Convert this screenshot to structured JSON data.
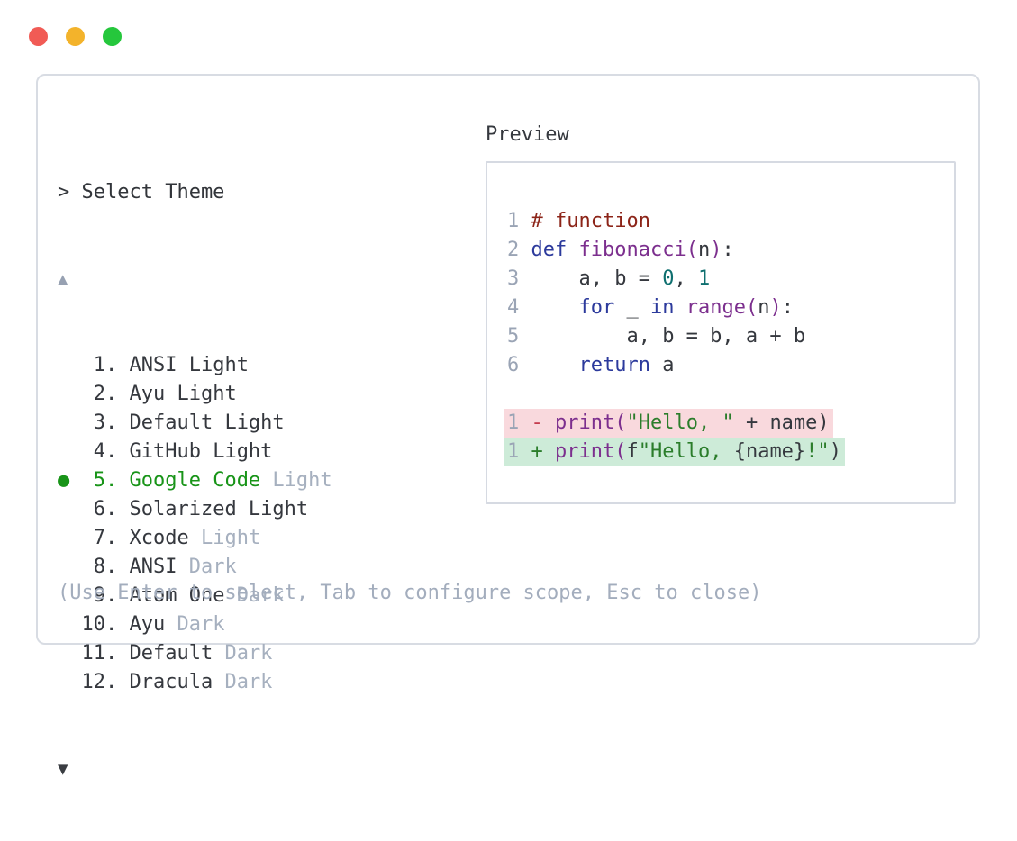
{
  "window": {
    "traffic_lights": [
      {
        "name": "close",
        "color": "#f15b55"
      },
      {
        "name": "minimize",
        "color": "#f3b32b"
      },
      {
        "name": "zoom",
        "color": "#25c73c"
      }
    ]
  },
  "theme_picker": {
    "prompt": "> Select Theme",
    "scroll_up_indicator": "▲",
    "scroll_down_indicator": "▼",
    "selected_marker": "●",
    "items": [
      {
        "number": "1",
        "name": "ANSI Light",
        "variant": "",
        "selected": false
      },
      {
        "number": "2",
        "name": "Ayu Light",
        "variant": "",
        "selected": false
      },
      {
        "number": "3",
        "name": "Default Light",
        "variant": "",
        "selected": false
      },
      {
        "number": "4",
        "name": "GitHub Light",
        "variant": "",
        "selected": false
      },
      {
        "number": "5",
        "name": "Google Code",
        "variant": "Light",
        "selected": true
      },
      {
        "number": "6",
        "name": "Solarized Light",
        "variant": "",
        "selected": false
      },
      {
        "number": "7",
        "name": "Xcode",
        "variant": "Light",
        "selected": false
      },
      {
        "number": "8",
        "name": "ANSI",
        "variant": "Dark",
        "selected": false
      },
      {
        "number": "9",
        "name": "Atom One",
        "variant": "Dark",
        "selected": false
      },
      {
        "number": "10",
        "name": "Ayu",
        "variant": "Dark",
        "selected": false
      },
      {
        "number": "11",
        "name": "Default",
        "variant": "Dark",
        "selected": false
      },
      {
        "number": "12",
        "name": "Dracula",
        "variant": "Dark",
        "selected": false
      }
    ],
    "hint": "(Use Enter to select, Tab to configure scope, Esc to close)"
  },
  "preview": {
    "label": "Preview",
    "code_lines": [
      {
        "bg": "",
        "tokens": [
          {
            "c": "ln",
            "t": "1 "
          },
          {
            "c": "cm",
            "t": "# function"
          }
        ]
      },
      {
        "bg": "",
        "tokens": [
          {
            "c": "ln",
            "t": "2 "
          },
          {
            "c": "kw",
            "t": "def"
          },
          {
            "c": "pl",
            "t": " "
          },
          {
            "c": "fn",
            "t": "fibonacci("
          },
          {
            "c": "pl",
            "t": "n"
          },
          {
            "c": "fn",
            "t": ")"
          },
          {
            "c": "pl",
            "t": ":"
          }
        ]
      },
      {
        "bg": "",
        "tokens": [
          {
            "c": "ln",
            "t": "3 "
          },
          {
            "c": "pl",
            "t": "    a, b = "
          },
          {
            "c": "lit",
            "t": "0"
          },
          {
            "c": "pl",
            "t": ", "
          },
          {
            "c": "lit",
            "t": "1"
          }
        ]
      },
      {
        "bg": "",
        "tokens": [
          {
            "c": "ln",
            "t": "4 "
          },
          {
            "c": "pl",
            "t": "    "
          },
          {
            "c": "kw",
            "t": "for"
          },
          {
            "c": "pl",
            "t": " _ "
          },
          {
            "c": "kw",
            "t": "in"
          },
          {
            "c": "pl",
            "t": " "
          },
          {
            "c": "fn",
            "t": "range("
          },
          {
            "c": "pl",
            "t": "n"
          },
          {
            "c": "fn",
            "t": ")"
          },
          {
            "c": "pl",
            "t": ":"
          }
        ]
      },
      {
        "bg": "",
        "tokens": [
          {
            "c": "ln",
            "t": "5 "
          },
          {
            "c": "pl",
            "t": "        a, b = b, a + b"
          }
        ]
      },
      {
        "bg": "",
        "tokens": [
          {
            "c": "ln",
            "t": "6 "
          },
          {
            "c": "pl",
            "t": "    "
          },
          {
            "c": "kw",
            "t": "return"
          },
          {
            "c": "pl",
            "t": " a"
          }
        ]
      },
      {
        "bg": "",
        "tokens": []
      },
      {
        "bg": "removed",
        "tokens": [
          {
            "c": "ln",
            "t": "1 "
          },
          {
            "c": "del",
            "t": "- "
          },
          {
            "c": "fn",
            "t": "print("
          },
          {
            "c": "st",
            "t": "\"Hello, \""
          },
          {
            "c": "pl",
            "t": " + name)"
          }
        ]
      },
      {
        "bg": "added",
        "tokens": [
          {
            "c": "ln",
            "t": "1 "
          },
          {
            "c": "add",
            "t": "+ "
          },
          {
            "c": "fn",
            "t": "print("
          },
          {
            "c": "pl",
            "t": "f"
          },
          {
            "c": "st",
            "t": "\"Hello, "
          },
          {
            "c": "pl",
            "t": "{name}"
          },
          {
            "c": "st",
            "t": "!\""
          },
          {
            "c": "pl",
            "t": ")"
          }
        ]
      }
    ]
  },
  "colors": {
    "panel_border": "#d8dce3",
    "preview_border": "#d6dae2",
    "text_dark": "#35383e",
    "text_muted": "#a3adbd",
    "selected_green": "#189418",
    "syntax_comment": "#8c2418",
    "syntax_keyword": "#2c3a9c",
    "syntax_function": "#7c2f8e",
    "syntax_string": "#2b7d2b",
    "syntax_literal": "#0e6f6f",
    "diff_removed_bg": "#f9d9dd",
    "diff_added_bg": "#cdebd8",
    "diff_removed_text": "#c53b4d",
    "diff_added_text": "#2b7d2b"
  }
}
